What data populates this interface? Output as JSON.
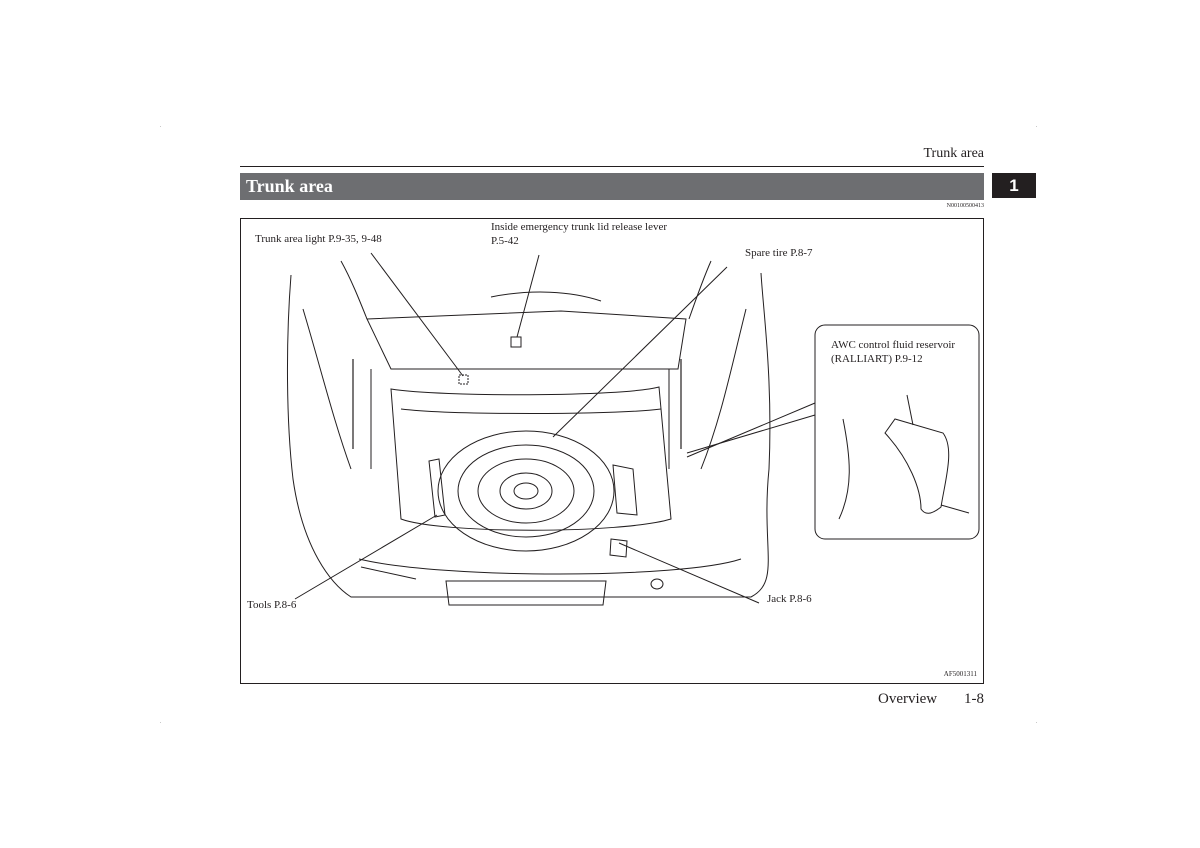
{
  "header": {
    "running_head": "Trunk area",
    "title": "Trunk area",
    "chapter_tab": "1",
    "ref_code": "N00100500413"
  },
  "figure": {
    "code": "AF5001311",
    "callouts": {
      "trunk_light": "Trunk area light P.9-35, 9-48",
      "release_lever_1": "Inside emergency trunk lid release lever",
      "release_lever_2": "P.5-42",
      "spare_tire": "Spare tire P.8-7",
      "awc_1": "AWC control fluid reservoir",
      "awc_2": "(RALLIART) P.9-12",
      "tools": "Tools P.8-6",
      "jack": "Jack P.8-6"
    }
  },
  "footer": {
    "section": "Overview",
    "page": "1-8"
  }
}
